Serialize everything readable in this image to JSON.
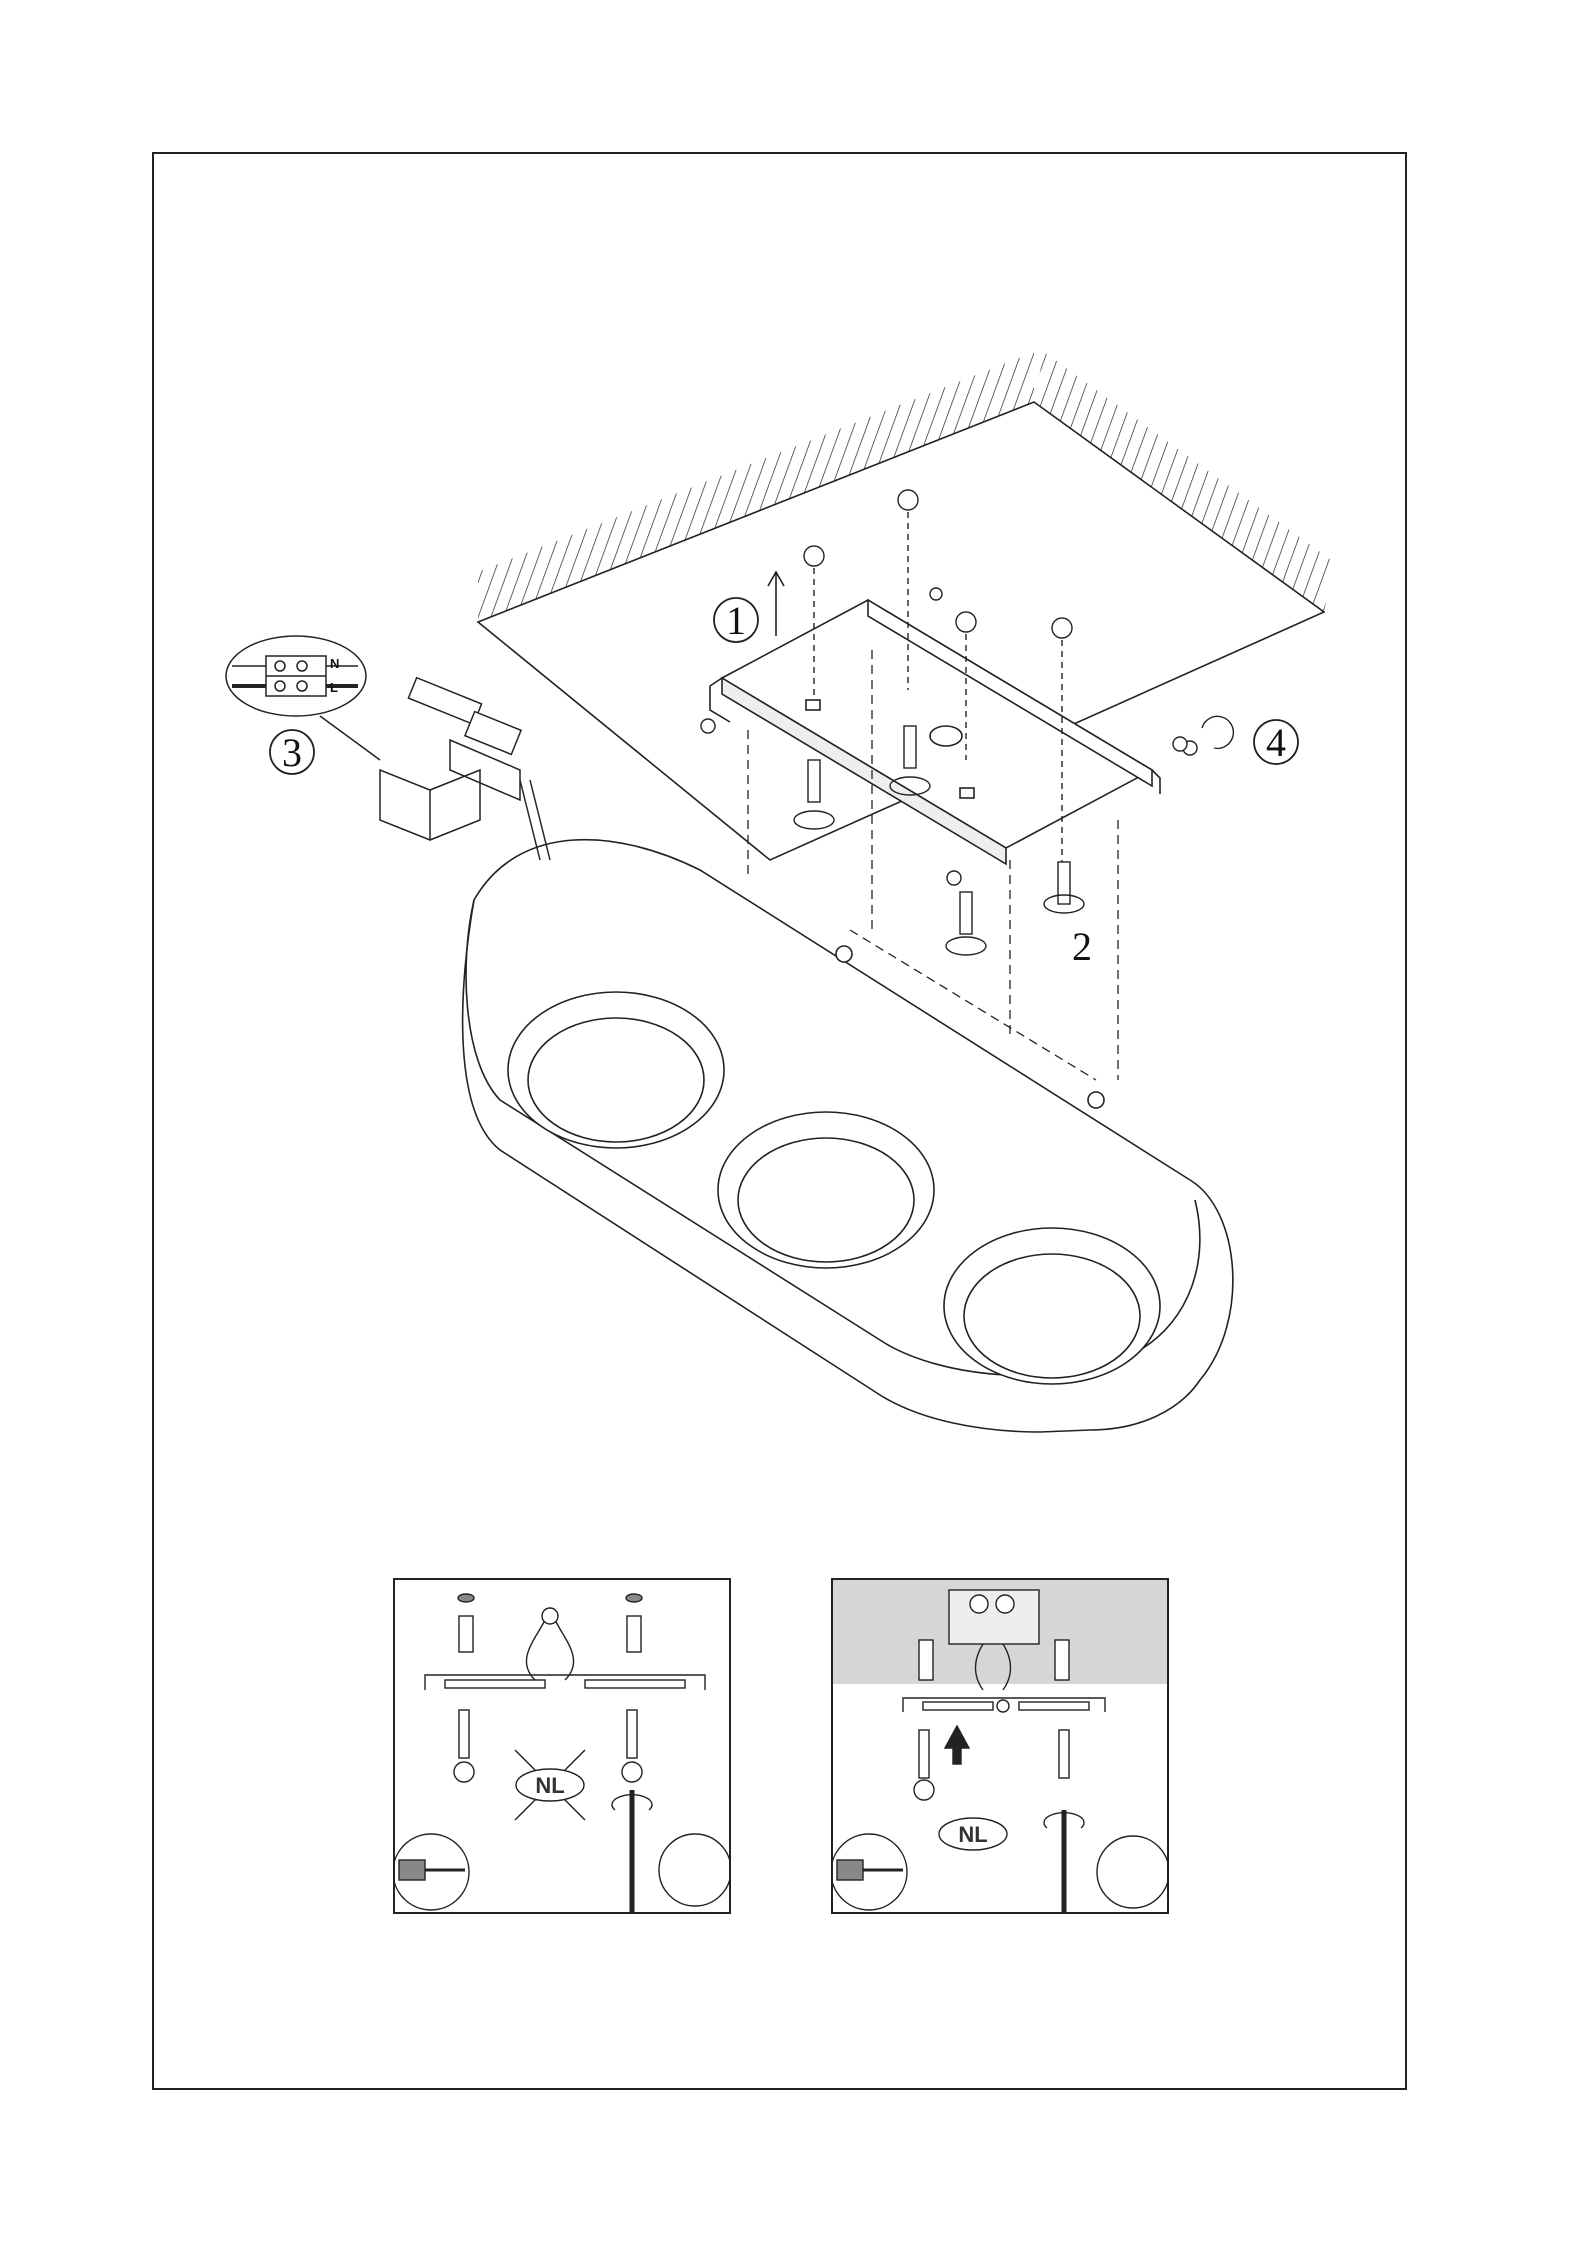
{
  "steps": {
    "step1": "1",
    "step2": "2",
    "step3": "3",
    "step4": "4"
  },
  "terminal": {
    "n_label": "N",
    "l_label": "L"
  },
  "panels": {
    "left_badge": "NL",
    "right_badge": "NL"
  },
  "icons": [
    "ceiling-hatch-icon",
    "mounting-bracket-icon",
    "screw-icon",
    "wall-plug-icon",
    "drill-icon",
    "screwdriver-icon",
    "rotate-arrow-icon",
    "up-arrow-icon"
  ]
}
